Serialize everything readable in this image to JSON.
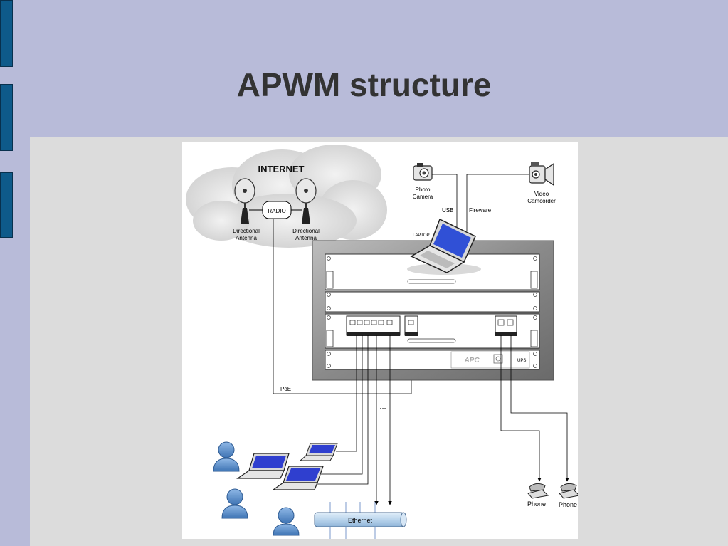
{
  "slide": {
    "title": "APWM structure"
  },
  "diagram": {
    "internet_label": "INTERNET",
    "radio_label": "RADIO",
    "antenna_left": [
      "Directional",
      "Antenna"
    ],
    "antenna_right": [
      "Directional",
      "Antenna"
    ],
    "photo_camera": [
      "Photo",
      "Camera"
    ],
    "video_camcorder": [
      "Video",
      "Camcorder"
    ],
    "usb_label": "USB",
    "firewire_label": "Fireware",
    "laptop_label": "LAPTOP",
    "ups_label": "UPS",
    "apc_logo": "APC",
    "poe_label": "PoE",
    "ellipsis": "...",
    "ethernet_label": "Ethernet",
    "phone_1": "Phone",
    "phone_2": "Phone"
  },
  "colors": {
    "slide_bg": "#b8bbd9",
    "content_bg": "#dcdcdc",
    "side_tab": "#0e5a8a",
    "title_text": "#333333",
    "rack_frame": "#7a7a7a",
    "user_blue": "#5a8fc8",
    "laptop_screen": "#2f3fcf",
    "ethernet_fill": "#b9d4ec"
  }
}
